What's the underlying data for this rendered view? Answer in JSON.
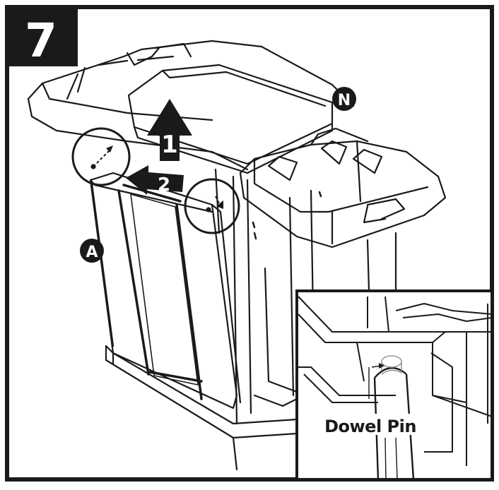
{
  "step": {
    "number": "7"
  },
  "labels": {
    "part_n": "N",
    "part_a": "A",
    "arrow_1": "1",
    "arrow_2": "2"
  },
  "inset": {
    "callout": "Dowel Pin"
  },
  "colors": {
    "ink": "#1a1a1a",
    "paper": "#ffffff",
    "badge": "#1a1a1a"
  }
}
